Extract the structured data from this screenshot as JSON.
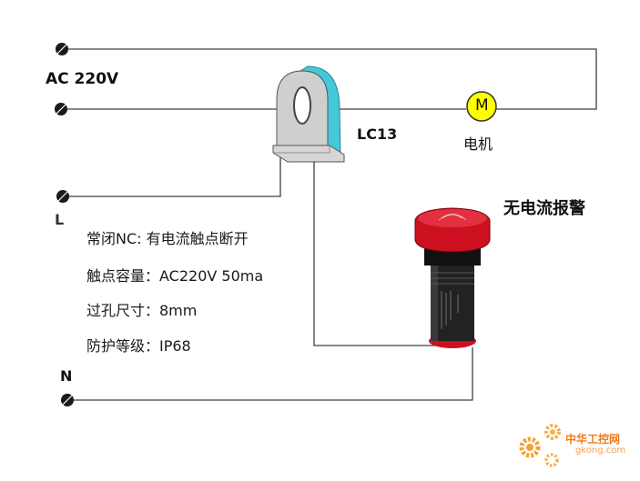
{
  "labels": {
    "supply": "AC 220V",
    "sensor": "LC13",
    "motor_symbol": "M",
    "motor": "电机",
    "line": "L",
    "neutral": "N",
    "alarm": "无电流报警"
  },
  "specs": [
    "常闭NC: 有电流触点断开",
    "触点容量：AC220V 50ma",
    "过孔尺寸：8mm",
    "防护等级：IP68"
  ],
  "watermark": {
    "name": "中华工控网",
    "url": "gkong.com"
  },
  "colors": {
    "wire": "#404040",
    "terminal": "#1a1a1a",
    "motor_fill": "#ffff00",
    "sensor_body": "#cfcfcf",
    "sensor_side": "#45c8d8",
    "alarm_red": "#cc1020",
    "alarm_body": "#1a1a1a",
    "watermark": "#f07a1a"
  }
}
